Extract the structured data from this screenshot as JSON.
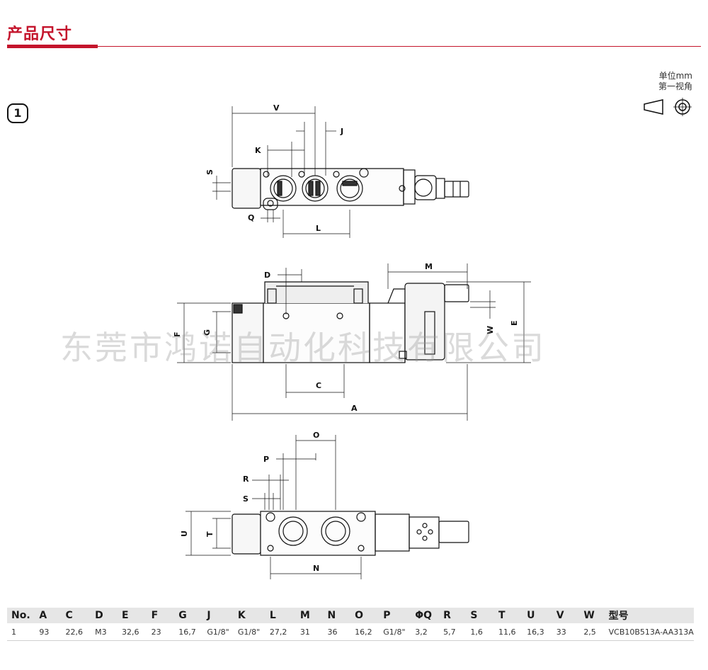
{
  "section_title": "产品尺寸",
  "unit_line1": "单位mm",
  "unit_line2": "第一视角",
  "drawing_number": "1",
  "watermark": "东莞市鸿诺自动化科技有限公司",
  "dimension_labels": {
    "V": "V",
    "J": "J",
    "K": "K",
    "S_top": "S",
    "Q": "Q",
    "L": "L",
    "D": "D",
    "M": "M",
    "F": "F",
    "G": "G",
    "W": "W",
    "E": "E",
    "C": "C",
    "A": "A",
    "O": "O",
    "P": "P",
    "R": "R",
    "S_bottom": "S",
    "U": "U",
    "T": "T",
    "N": "N"
  },
  "table": {
    "headers": [
      "No.",
      "A",
      "C",
      "D",
      "E",
      "F",
      "G",
      "J",
      "K",
      "L",
      "M",
      "N",
      "O",
      "P",
      "ΦQ",
      "R",
      "S",
      "T",
      "U",
      "V",
      "W",
      "型号"
    ],
    "rows": [
      [
        "1",
        "93",
        "22,6",
        "M3",
        "32,6",
        "23",
        "16,7",
        "G1/8\"",
        "G1/8\"",
        "27,2",
        "31",
        "36",
        "16,2",
        "G1/8\"",
        "3,2",
        "5,7",
        "1,6",
        "11,6",
        "16,3",
        "33",
        "2,5",
        "VCB10B513A-AA313A"
      ]
    ]
  },
  "colors": {
    "accent": "#c4142c",
    "table_header_bg": "#e6e6e6"
  }
}
